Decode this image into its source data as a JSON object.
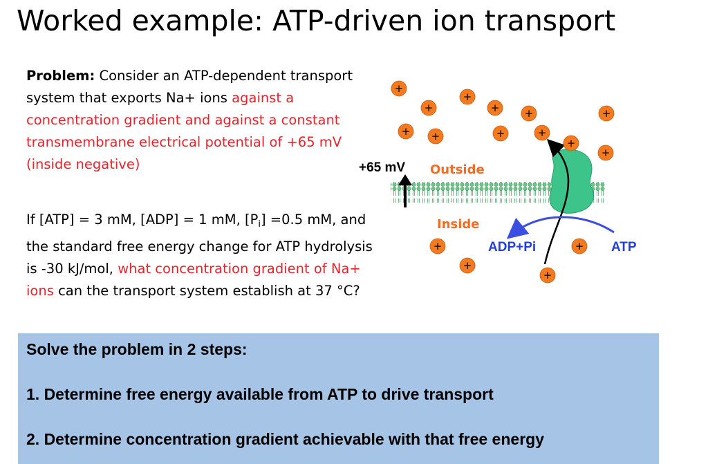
{
  "title": "Worked example: ATP-driven ion transport",
  "problem": {
    "label": "Problem:",
    "intro": "Consider an ATP-dependent transport system that exports Na+ ions",
    "red_text": "against a concentration gradient and against a constant transmembrane electrical potential of +65 mV (inside negative)"
  },
  "conditions": {
    "text_start": "If [ATP] = 3 mM, [ADP] = 1 mM, [P",
    "subscript": "i",
    "text_mid": "] =0.5 mM, and the standard free energy change for ATP hydrolysis is -30 kJ/mol, ",
    "red_question": "what concentration gradient of Na+ ions",
    "text_end": " can the transport system establish at 37 °C?"
  },
  "diagram": {
    "voltage_label": "+65 mV",
    "outside_label": "Outside",
    "inside_label": "Inside",
    "adp_label": "ADP+Pi",
    "atp_label": "ATP",
    "ion_symbol": "+",
    "colors": {
      "ion_fill": "#f47a20",
      "transporter": "#3dc48a",
      "membrane_heads": "#6dc58a",
      "outside_text": "#f26c24",
      "inside_text": "#f26c24",
      "atp_text": "#1f3fe0",
      "arrow_blue": "#3a4fe0"
    }
  },
  "steps": {
    "heading": "Solve the problem in 2 steps:",
    "step1": "1. Determine free energy available from ATP to drive transport",
    "step2": "2. Determine concentration gradient achievable with that free energy"
  }
}
